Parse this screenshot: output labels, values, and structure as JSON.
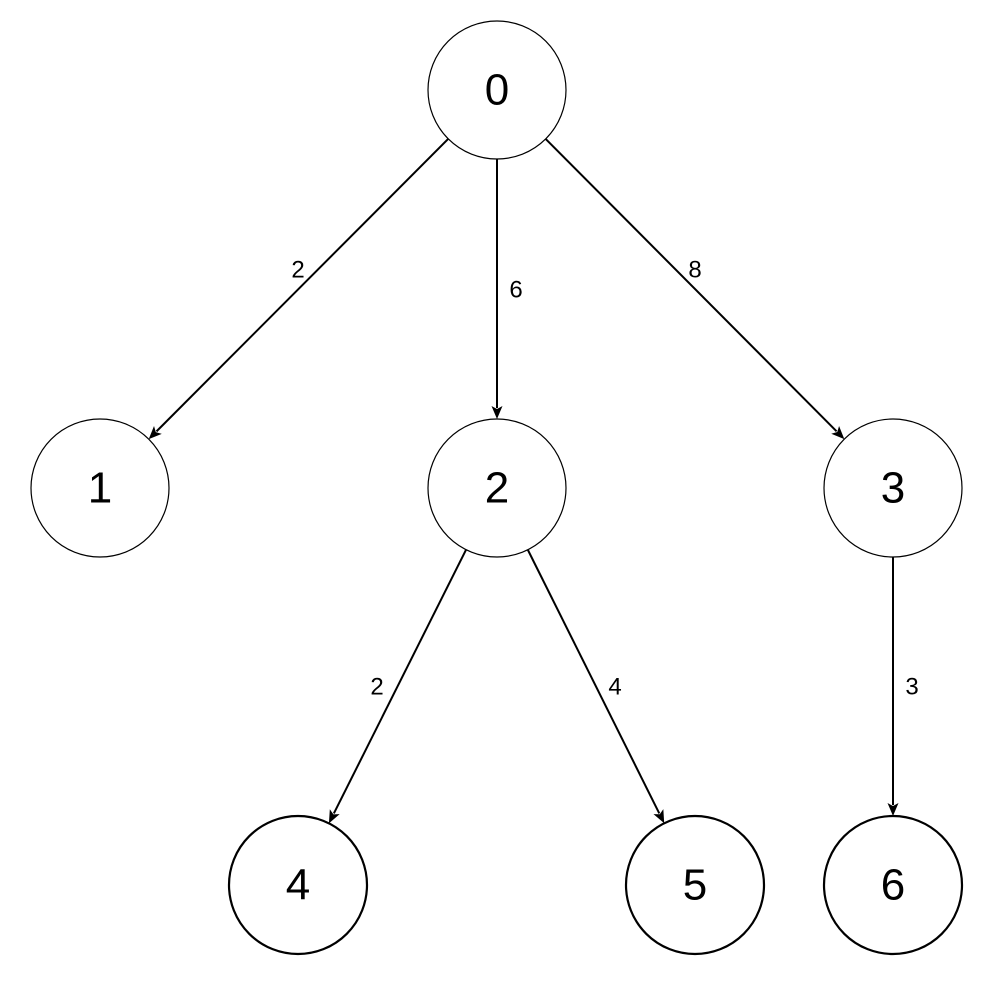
{
  "diagram": {
    "type": "weighted-directed-tree",
    "nodes": [
      {
        "id": "0",
        "label": "0"
      },
      {
        "id": "1",
        "label": "1"
      },
      {
        "id": "2",
        "label": "2"
      },
      {
        "id": "3",
        "label": "3"
      },
      {
        "id": "4",
        "label": "4"
      },
      {
        "id": "5",
        "label": "5"
      },
      {
        "id": "6",
        "label": "6"
      }
    ],
    "edges": [
      {
        "from": "0",
        "to": "1",
        "weight": "2"
      },
      {
        "from": "0",
        "to": "2",
        "weight": "6"
      },
      {
        "from": "0",
        "to": "3",
        "weight": "8"
      },
      {
        "from": "2",
        "to": "4",
        "weight": "2"
      },
      {
        "from": "2",
        "to": "5",
        "weight": "4"
      },
      {
        "from": "3",
        "to": "6",
        "weight": "3"
      }
    ]
  }
}
